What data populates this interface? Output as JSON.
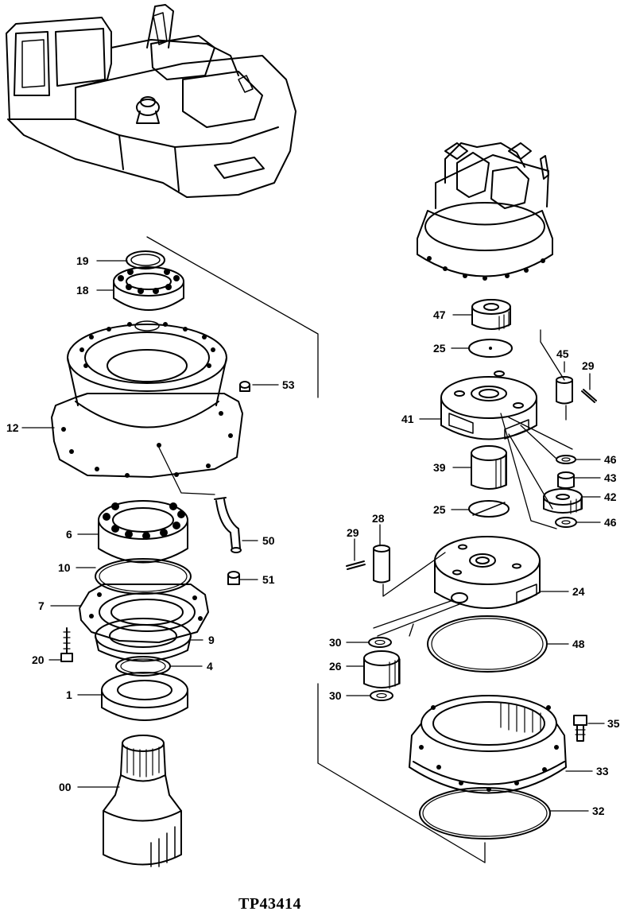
{
  "figure_id": "TP43414",
  "callouts": {
    "c19": "19",
    "c18": "18",
    "c12": "12",
    "c53": "53",
    "c6": "6",
    "c50": "50",
    "c10": "10",
    "c51": "51",
    "c7": "7",
    "c9": "9",
    "c20": "20",
    "c4": "4",
    "c1": "1",
    "c00": "00",
    "c47": "47",
    "c25a": "25",
    "c45": "45",
    "c29a": "29",
    "c41": "41",
    "c46a": "46",
    "c39": "39",
    "c43": "43",
    "c42": "42",
    "c25b": "25",
    "c46b": "46",
    "c29b": "29",
    "c28": "28",
    "c24": "24",
    "c30a": "30",
    "c48": "48",
    "c26": "26",
    "c30b": "30",
    "c35": "35",
    "c33": "33",
    "c32": "32"
  }
}
